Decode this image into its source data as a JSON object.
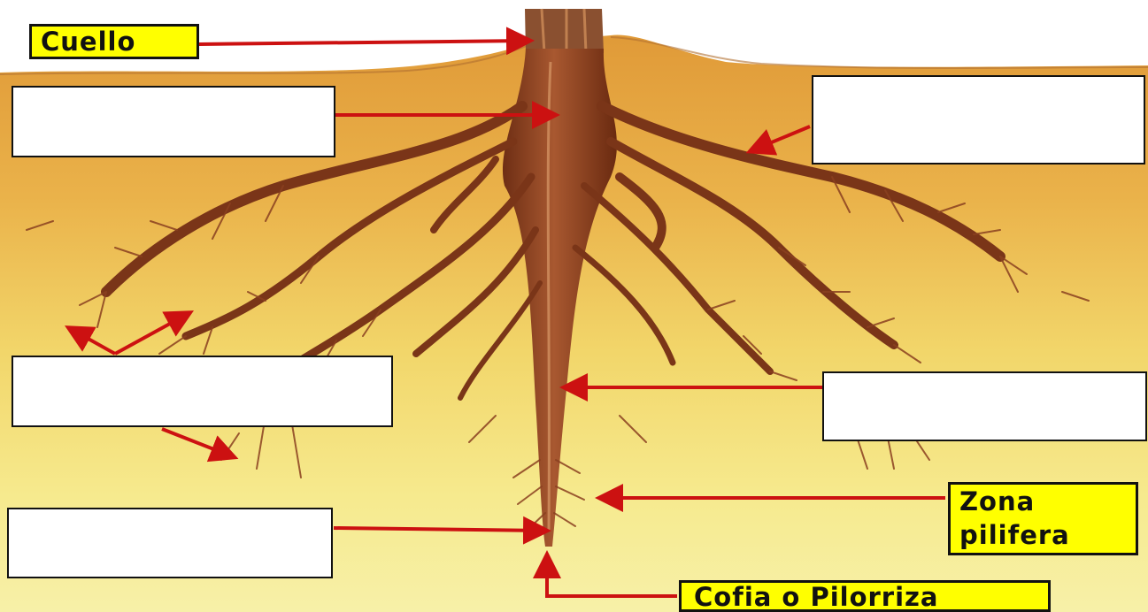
{
  "labels": {
    "cuello": "Cuello",
    "zona_line1": "Zona",
    "zona_line2": "pilifera",
    "cofia": "Cofia o Pilorriza"
  },
  "colors": {
    "label_fill": "#ffff00",
    "arrow": "#cc1111",
    "root": "#8a3d1e",
    "soil_top": "#e8a840",
    "soil_bottom": "#f6f0a0"
  }
}
